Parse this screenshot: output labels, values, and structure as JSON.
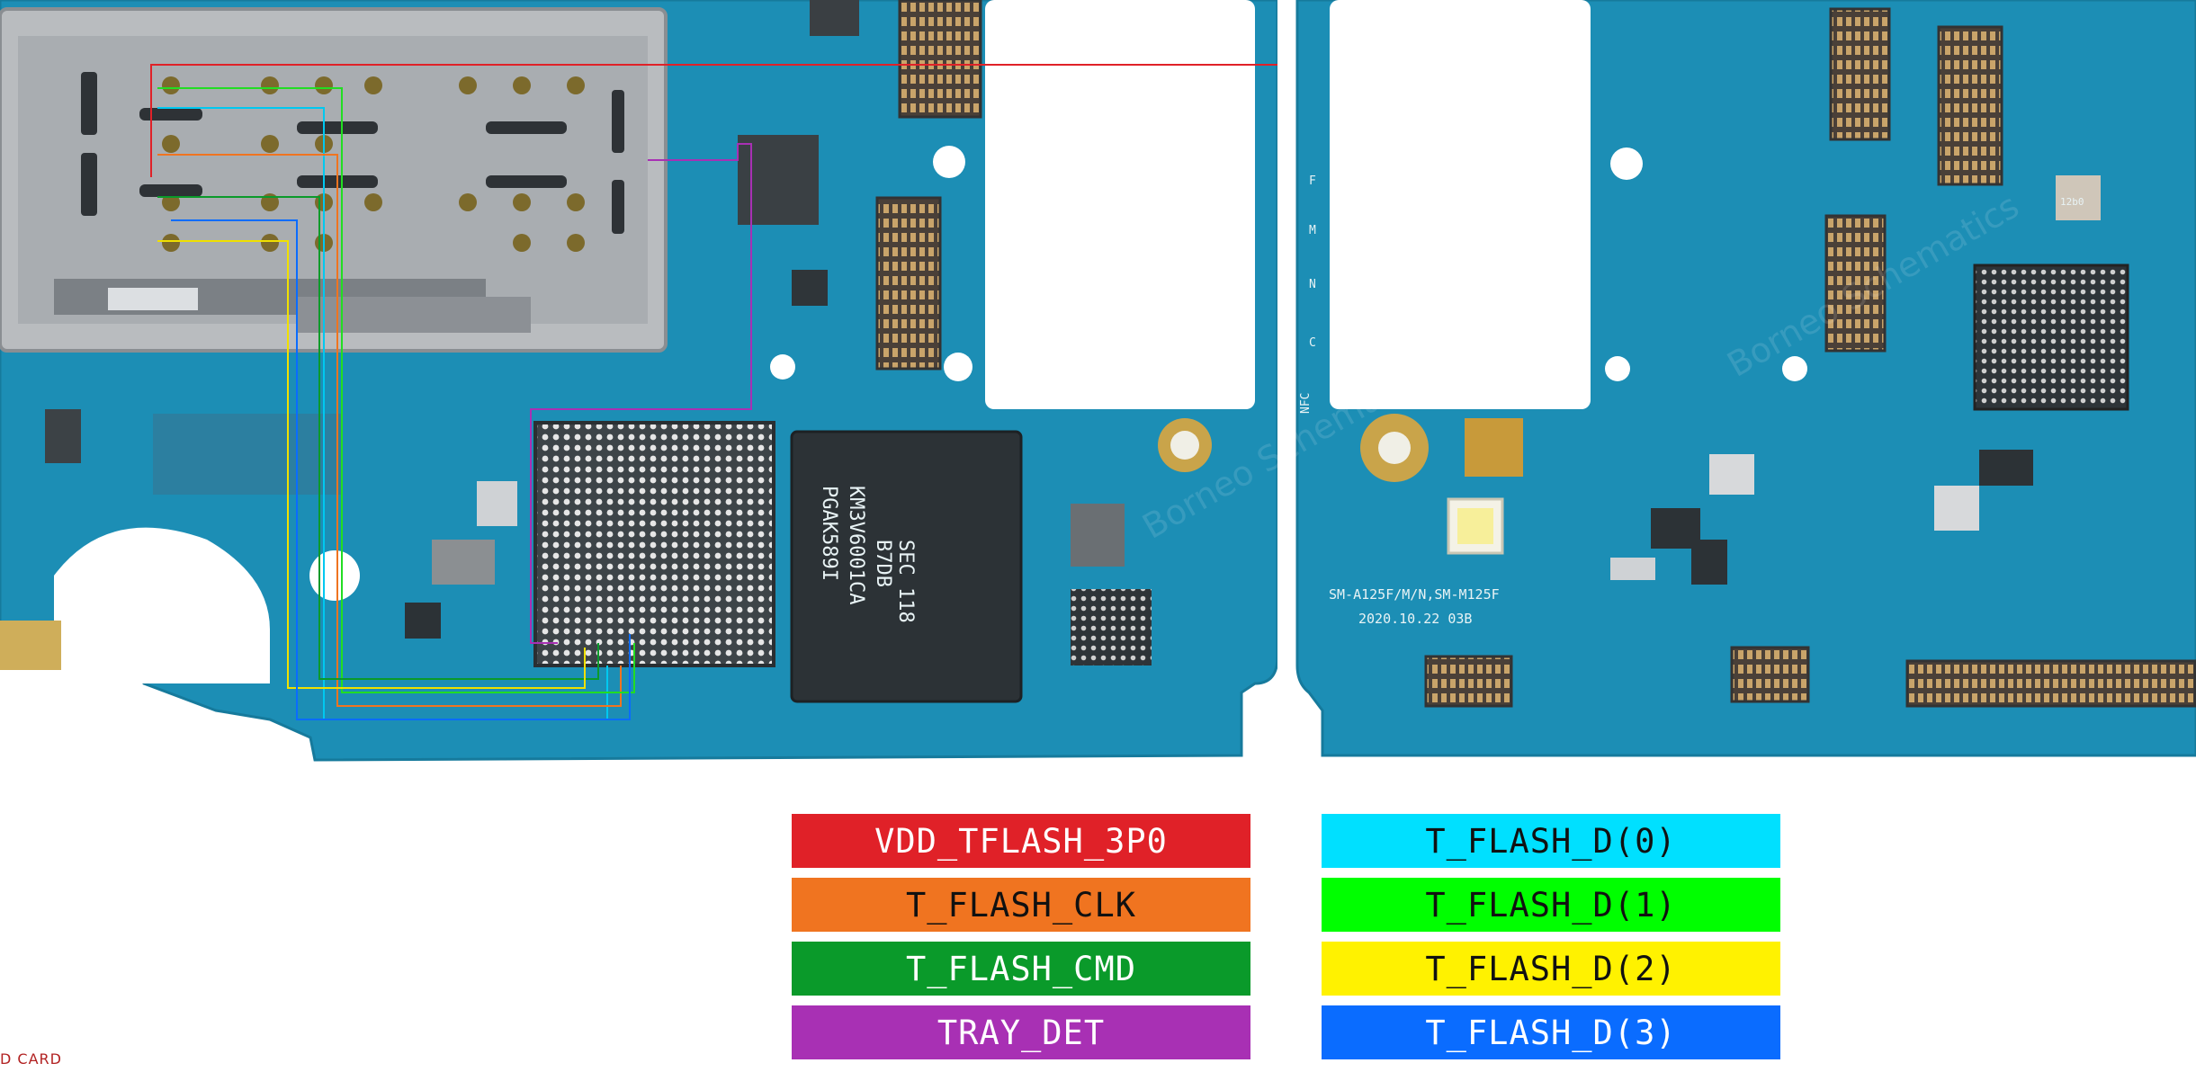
{
  "board": {
    "model_text": "SM-A125F/M/N,SM-M125F",
    "date_text": "2020.10.22  03B",
    "chip_text": [
      "SEC 118",
      "B7DB",
      "KM3V6001CA",
      "PGAK589I"
    ],
    "watermark_text": "Borneo Schematics",
    "side_markings": [
      "NFC",
      "C",
      "N",
      "M",
      "F"
    ],
    "small_chip_text": "12b0"
  },
  "legend": [
    {
      "label": "VDD_TFLASH_3P0",
      "color": "#e02128",
      "text_color": "white"
    },
    {
      "label": "T_FLASH_D(0)",
      "color": "#00e0ff",
      "text_color": "black"
    },
    {
      "label": "T_FLASH_CLK",
      "color": "#f07420",
      "text_color": "black"
    },
    {
      "label": "T_FLASH_D(1)",
      "color": "#00ff00",
      "text_color": "black"
    },
    {
      "label": "T_FLASH_CMD",
      "color": "#0a9a2a",
      "text_color": "white"
    },
    {
      "label": "T_FLASH_D(2)",
      "color": "#fff200",
      "text_color": "black"
    },
    {
      "label": "TRAY_DET",
      "color": "#a830b4",
      "text_color": "white"
    },
    {
      "label": "T_FLASH_D(3)",
      "color": "#0a6cff",
      "text_color": "white"
    }
  ],
  "corner_label": "D CARD"
}
